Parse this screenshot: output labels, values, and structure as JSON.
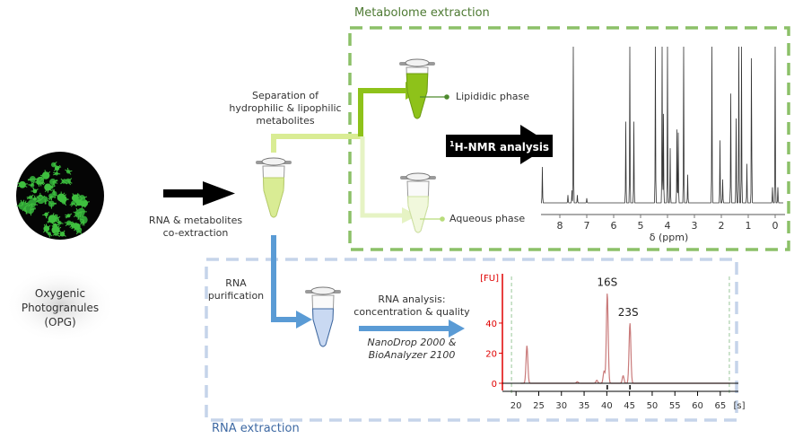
{
  "sections": {
    "metabolome_title": "Metabolome extraction",
    "rna_title": "RNA extraction"
  },
  "sample": {
    "label_line1": "Oxygenic",
    "label_line2": "Photogranules",
    "label_line3": "(OPG)"
  },
  "steps": {
    "coextraction_line1": "RNA & metabolites",
    "coextraction_line2": "co-extraction",
    "separation_line1": "Separation of",
    "separation_line2": "hydrophilic & lipophilic",
    "separation_line3": "metabolites",
    "lipid_phase": "Lipididic phase",
    "aqueous_phase": "Aqueous phase",
    "nmr_sup": "1",
    "nmr_label": "H-NMR analysis",
    "rna_purif_line1": "RNA",
    "rna_purif_line2": "purification",
    "rna_analysis_line1": "RNA analysis:",
    "rna_analysis_line2": "concentration & quality",
    "instruments_line1": "NanoDrop 2000 &",
    "instruments_line2": "BioAnalyzer 2100"
  },
  "colors": {
    "metabolome_border": "#8cc068",
    "rna_border": "#c5d4ea",
    "lipid_green": "#8ec21a",
    "aqueous_green": "#e6f3c4",
    "mixed_yellowgreen": "#d9ec94",
    "rna_blue": "#5a9bd5",
    "black_arrow": "#000000",
    "bioanalyzer_trace": "#c97a7a",
    "bioanalyzer_axis": "#e00000"
  },
  "chart_data": [
    {
      "type": "line",
      "title": "1H-NMR spectrum",
      "xlabel": "δ (ppm)",
      "ylabel": "",
      "xlim": [
        8.7,
        -0.3
      ],
      "x_reversed": true,
      "xticks": [
        "8",
        "7",
        "6",
        "5",
        "4",
        "3",
        "2",
        "1",
        "0"
      ],
      "peaks_ppm": [
        {
          "x": 8.65,
          "h": 0.23
        },
        {
          "x": 7.7,
          "h": 0.05
        },
        {
          "x": 7.55,
          "h": 0.08
        },
        {
          "x": 7.5,
          "h": 1.0
        },
        {
          "x": 7.35,
          "h": 0.05
        },
        {
          "x": 7.0,
          "h": 0.03
        },
        {
          "x": 5.55,
          "h": 0.52
        },
        {
          "x": 5.4,
          "h": 1.0
        },
        {
          "x": 5.25,
          "h": 0.52
        },
        {
          "x": 4.45,
          "h": 1.0
        },
        {
          "x": 4.2,
          "h": 1.0
        },
        {
          "x": 4.15,
          "h": 0.57
        },
        {
          "x": 4.0,
          "h": 1.0
        },
        {
          "x": 3.9,
          "h": 0.35
        },
        {
          "x": 3.65,
          "h": 0.47
        },
        {
          "x": 3.6,
          "h": 0.45
        },
        {
          "x": 3.4,
          "h": 1.0
        },
        {
          "x": 3.25,
          "h": 0.18
        },
        {
          "x": 2.35,
          "h": 1.0
        },
        {
          "x": 2.05,
          "h": 0.4
        },
        {
          "x": 1.95,
          "h": 0.15
        },
        {
          "x": 1.65,
          "h": 0.7
        },
        {
          "x": 1.45,
          "h": 0.54
        },
        {
          "x": 1.35,
          "h": 1.0
        },
        {
          "x": 1.25,
          "h": 1.0
        },
        {
          "x": 1.05,
          "h": 0.25
        },
        {
          "x": 0.88,
          "h": 1.0
        },
        {
          "x": 0.0,
          "h": 1.0
        },
        {
          "x": 0.1,
          "h": 0.1
        },
        {
          "x": -0.1,
          "h": 0.1
        }
      ]
    },
    {
      "type": "line",
      "title": "BioAnalyzer electropherogram",
      "xlabel": "[s]",
      "ylabel": "[FU]",
      "xlim": [
        17,
        68
      ],
      "ylim": [
        -3,
        68
      ],
      "xticks": [
        "20",
        "25",
        "30",
        "35",
        "40",
        "45",
        "50",
        "55",
        "60",
        "65"
      ],
      "yticks": [
        "0",
        "20",
        "40"
      ],
      "markers_s": [
        19,
        67
      ],
      "annotations": [
        {
          "label": "16S",
          "x": 40.1,
          "y": 60
        },
        {
          "label": "23S",
          "x": 45.1,
          "y": 40
        }
      ],
      "peaks": [
        {
          "x": 22.4,
          "y": 25
        },
        {
          "x": 33.5,
          "y": 1
        },
        {
          "x": 37.8,
          "y": 2
        },
        {
          "x": 39.4,
          "y": 8
        },
        {
          "x": 40.1,
          "y": 60
        },
        {
          "x": 43.6,
          "y": 5
        },
        {
          "x": 45.1,
          "y": 40
        }
      ]
    }
  ]
}
